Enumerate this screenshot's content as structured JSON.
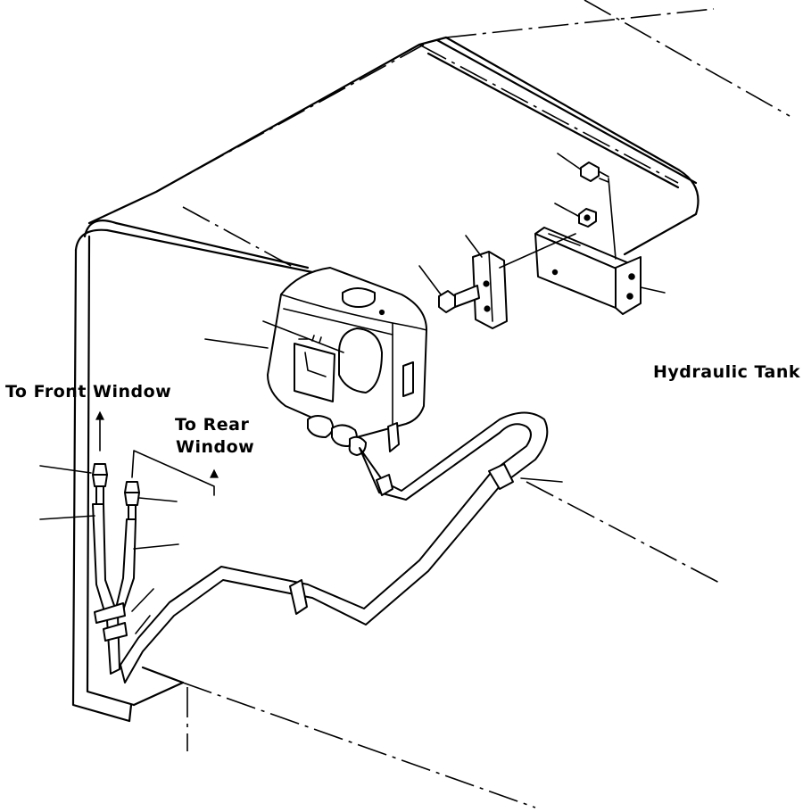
{
  "labels": {
    "to_front_window": "To Front Window",
    "to_rear_window_line1": "To Rear",
    "to_rear_window_line2": "Window",
    "hydraulic_tank": "Hydraulic Tank"
  }
}
